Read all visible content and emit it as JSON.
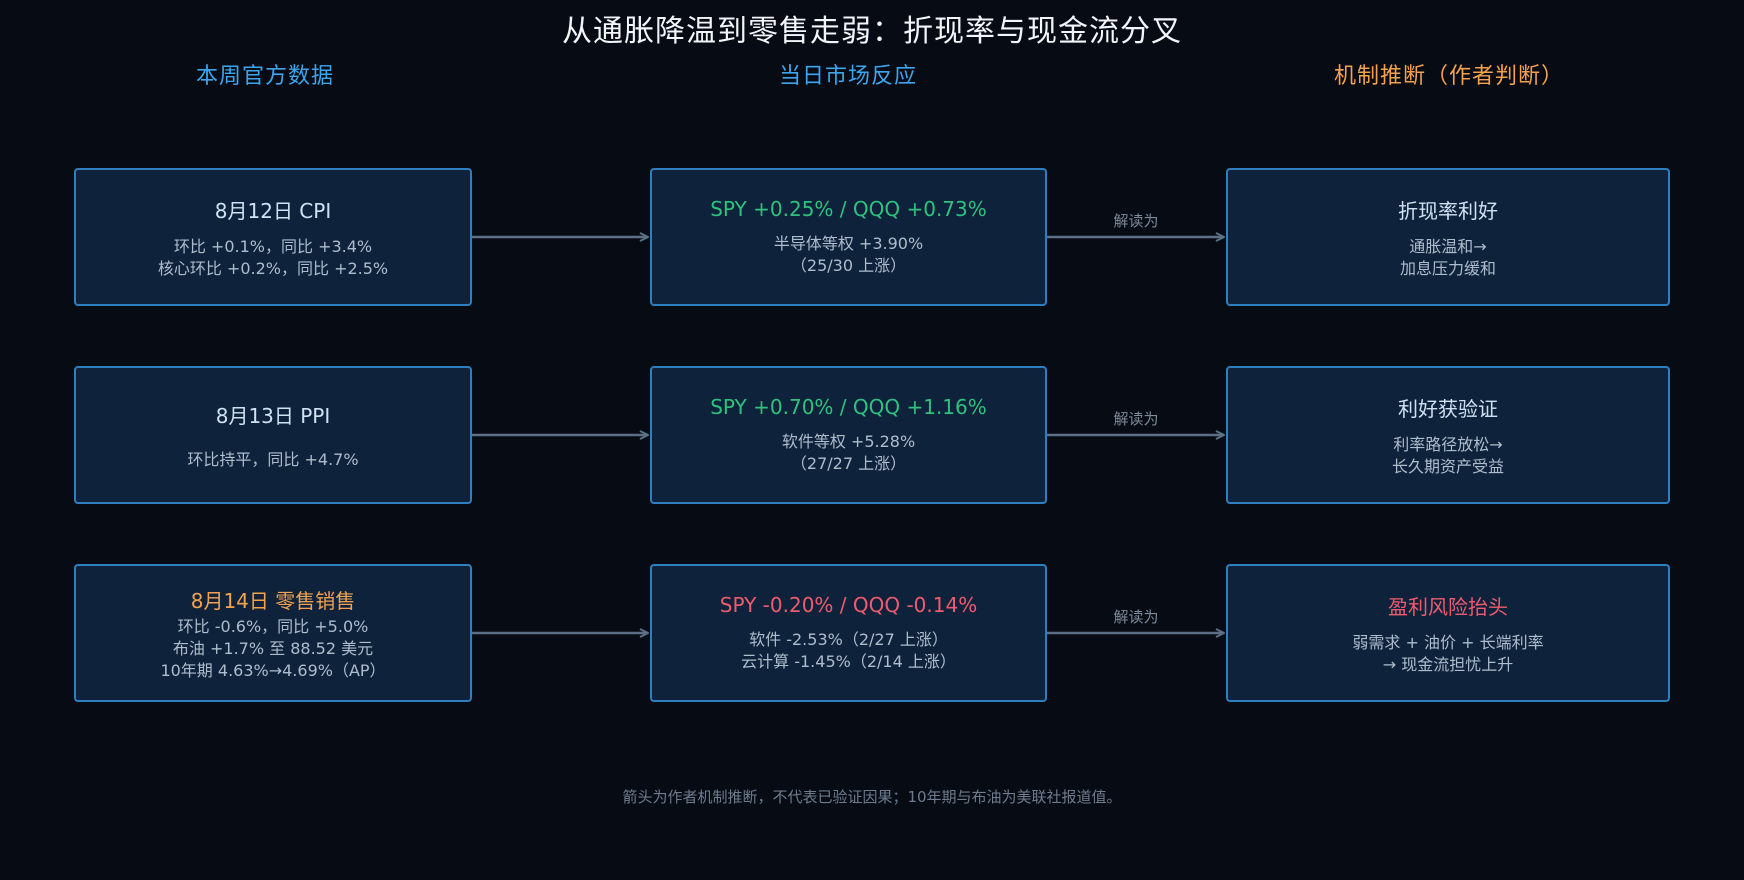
{
  "title": "从通胀降温到零售走弱：折现率与现金流分叉",
  "columns": {
    "official": "本周官方数据",
    "market": "当日市场反应",
    "mechanism": "机制推断（作者判断）"
  },
  "rows": [
    {
      "data": {
        "title": "8月12日 CPI",
        "lines": [
          "环比 +0.1%，同比 +3.4%",
          "核心环比 +0.2%，同比 +2.5%"
        ]
      },
      "market": {
        "title": "SPY +0.25% / QQQ +0.73%",
        "lines": [
          "半导体等权 +3.90%",
          "（25/30 上涨）"
        ]
      },
      "arrow_label": "解读为",
      "mechanism": {
        "title": "折现率利好",
        "lines": [
          "通胀温和→",
          "加息压力缓和"
        ]
      }
    },
    {
      "data": {
        "title": "8月13日 PPI",
        "lines": [
          "环比持平，同比 +4.7%"
        ]
      },
      "market": {
        "title": "SPY +0.70% / QQQ +1.16%",
        "lines": [
          "软件等权 +5.28%",
          "（27/27 上涨）"
        ]
      },
      "arrow_label": "解读为",
      "mechanism": {
        "title": "利好获验证",
        "lines": [
          "利率路径放松→",
          "长久期资产受益"
        ]
      }
    },
    {
      "data": {
        "title": "8月14日 零售销售",
        "lines": [
          "环比 -0.6%，同比 +5.0%",
          "布油 +1.7% 至 88.52 美元",
          "10年期 4.63%→4.69%（AP）"
        ]
      },
      "market": {
        "title": "SPY -0.20% / QQQ -0.14%",
        "lines": [
          "软件 -2.53%（2/27 上涨）",
          "云计算 -1.45%（2/14 上涨）"
        ]
      },
      "arrow_label": "解读为",
      "mechanism": {
        "title": "盈利风险抬头",
        "lines": [
          "弱需求 + 油价 + 长端利率",
          "→ 现金流担忧上升"
        ]
      }
    }
  ],
  "footnote": "箭头为作者机制推断，不代表已验证因果；10年期与布油为美联社报道值。",
  "colors": {
    "background": "#060b14",
    "box_fill": "#0f223b",
    "box_border": "#2e7fc0",
    "header_blue": "#3da5ee",
    "header_orange": "#f4a24e",
    "positive": "#2ec27e",
    "negative": "#ef5b6e",
    "highlight_orange": "#f4a24e",
    "arrow": "#5d6f84"
  }
}
